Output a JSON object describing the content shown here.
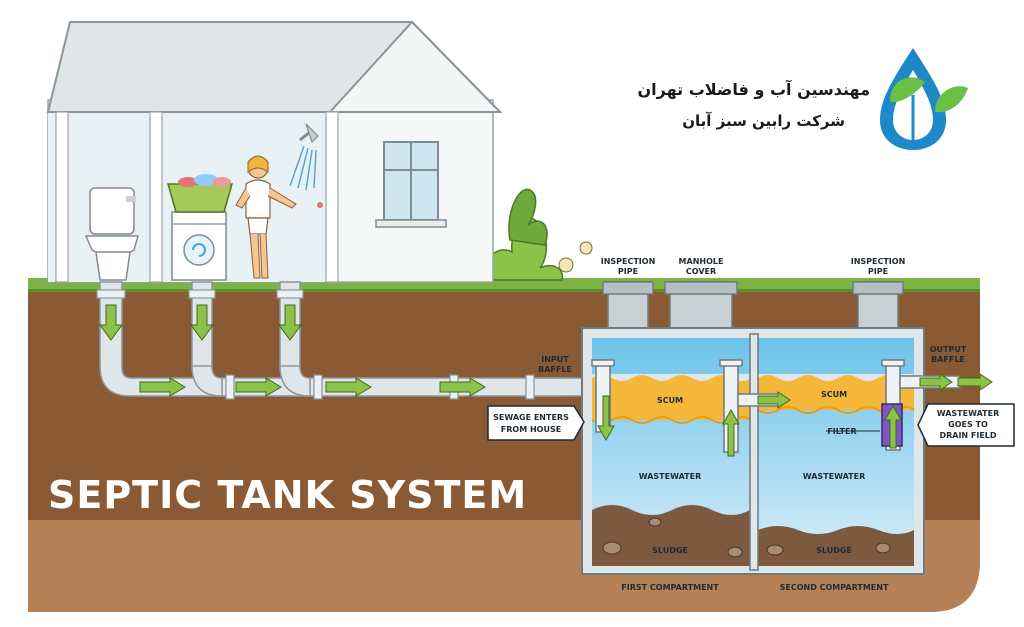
{
  "title": "SEPTIC TANK SYSTEM",
  "brand": {
    "line1": "مهندسین آب و فاضلاب تهران",
    "line2": "شرکت رابین سبز آبان",
    "logo": "water-drop-leaf-logo"
  },
  "labels": {
    "inspection_pipe_left": [
      "INSPECTION",
      "PIPE"
    ],
    "manhole_cover": [
      "MANHOLE",
      "COVER"
    ],
    "inspection_pipe_right": [
      "INSPECTION",
      "PIPE"
    ],
    "input_baffle": [
      "INPUT",
      "BAFFLE"
    ],
    "output_baffle": [
      "OUTPUT",
      "BAFFLE"
    ],
    "sewage_enters": [
      "SEWAGE ENTERS",
      "FROM HOUSE"
    ],
    "wastewater_goes": [
      "WASTEWATER",
      "GOES TO",
      "DRAIN FIELD"
    ],
    "scum_1": "SCUM",
    "scum_2": "SCUM",
    "wastewater_1": "WASTEWATER",
    "wastewater_2": "WASTEWATER",
    "sludge_1": "SLUDGE",
    "sludge_2": "SLUDGE",
    "filter": "FILTER",
    "first_compartment": "FIRST COMPARTMENT",
    "second_compartment": "SECOND COMPARTMENT"
  },
  "colors": {
    "soil": "#8a5a35",
    "soil_deep": "#b07d4f",
    "grass": "#7cb342",
    "scum": "#f5b739",
    "water": "#9fd4ee",
    "pipe": "#dfe6ea",
    "arrow": "#8bc34a"
  }
}
